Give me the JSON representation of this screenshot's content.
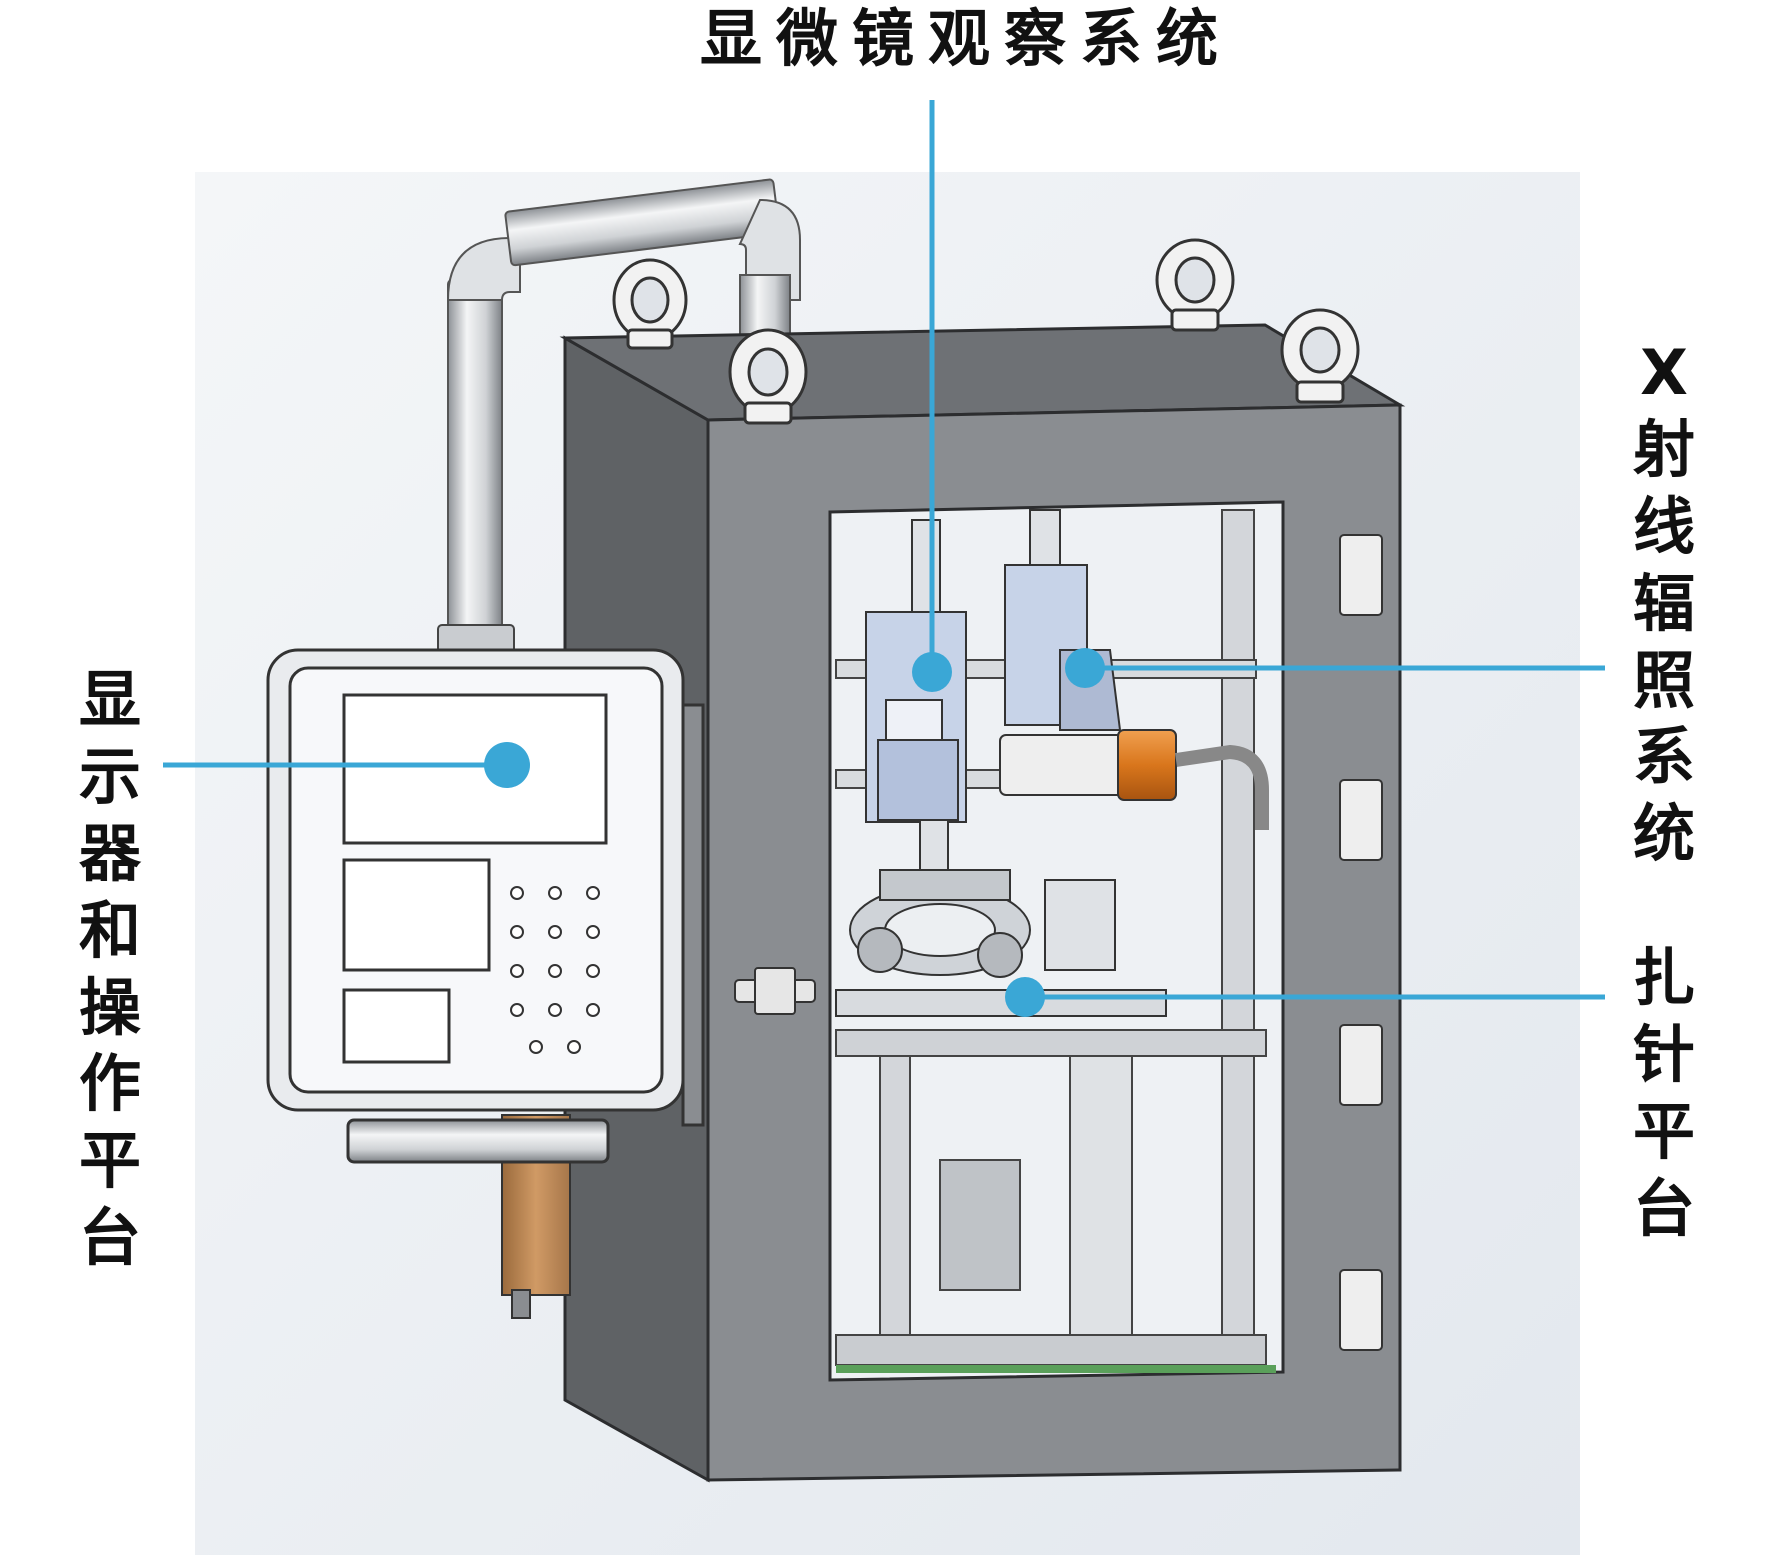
{
  "accent_color": "#3aa7d6",
  "labels": {
    "microscope": "显微镜观察系统",
    "display": "显示器和操作平台",
    "xray": "X射线辐照系统",
    "needle": "扎针平台"
  },
  "icons": [
    "lifting-eye-bolt-icon",
    "cable-arm-icon",
    "control-box-icon",
    "cabinet-frame-icon"
  ]
}
